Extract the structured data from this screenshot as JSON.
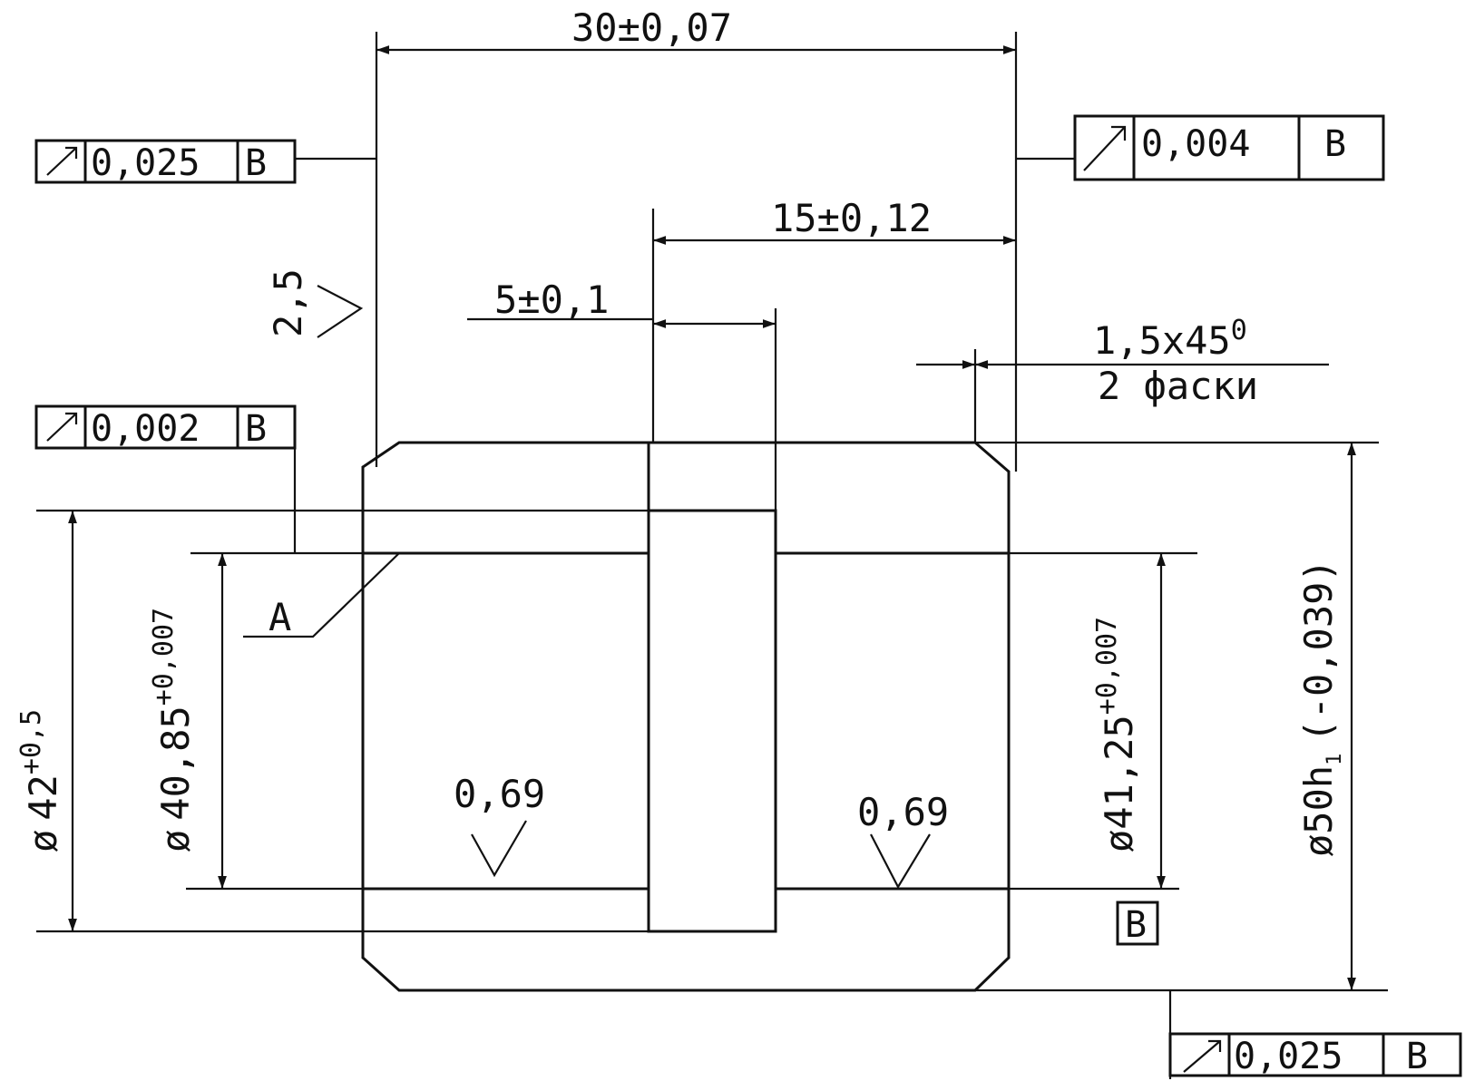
{
  "dimensions": {
    "overall_length": {
      "base": "30",
      "tol": "±0,07"
    },
    "groove_position": {
      "base": "15",
      "tol": "±0,12"
    },
    "groove_width": {
      "base": "5",
      "tol": "±0,1"
    },
    "chamfer": {
      "line1": "1,5x45",
      "deg": "0",
      "line2": "2 фаски"
    },
    "bore_left": {
      "prefix": "ø",
      "base": "40,85",
      "tol": "+0,007"
    },
    "groove_dia": {
      "prefix": "ø",
      "base": "42",
      "tol": "+0,5"
    },
    "bore_right": {
      "prefix": "ø",
      "base": "41,25",
      "tol": "+0,007"
    },
    "outer_dia": {
      "prefix": "ø",
      "base": "50h",
      "sub": "1",
      "tol": "(-0,039)"
    }
  },
  "roughness": {
    "end_face": "2,5",
    "bore_left": "0,69",
    "bore_right": "0,69"
  },
  "labels": {
    "surface_a": "A",
    "datum_b": "B"
  },
  "tolerance_frames": [
    {
      "id": "left-end-face",
      "value": "0,025",
      "datum": "B"
    },
    {
      "id": "right-end-face",
      "value": "0,004",
      "datum": "B"
    },
    {
      "id": "left-bore",
      "value": "0,002",
      "datum": "B"
    },
    {
      "id": "outer-diameter",
      "value": "0,025",
      "datum": "B"
    }
  ]
}
